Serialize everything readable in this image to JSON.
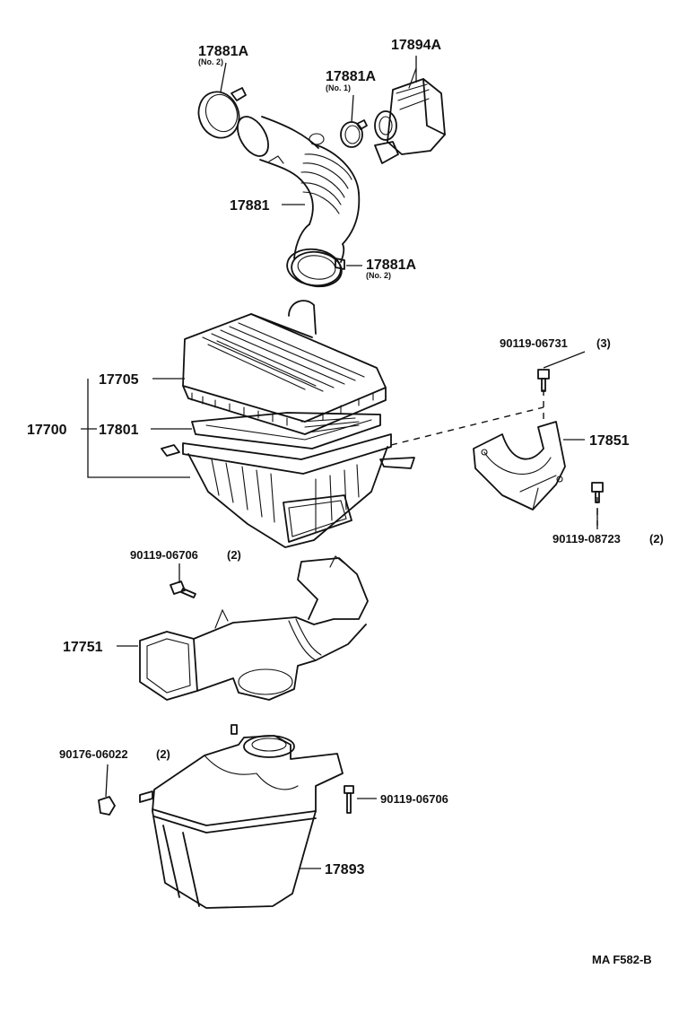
{
  "parts": {
    "clamp_top_left": {
      "number": "17881A",
      "note": "(No. 2)"
    },
    "meter": {
      "number": "17894A"
    },
    "clamp_no1": {
      "number": "17881A",
      "note": "(No. 1)"
    },
    "hose": {
      "number": "17881"
    },
    "clamp_bottom": {
      "number": "17881A",
      "note": "(No. 2)"
    },
    "bolt_top_right": {
      "number": "90119-06731",
      "qty": "(3)"
    },
    "cap": {
      "number": "17705"
    },
    "assembly": {
      "number": "17700"
    },
    "element": {
      "number": "17801"
    },
    "bracket": {
      "number": "17851"
    },
    "bolt_bracket": {
      "number": "90119-08723",
      "qty": "(2)"
    },
    "bolt_duct": {
      "number": "90119-06706",
      "qty": "(2)"
    },
    "duct": {
      "number": "17751"
    },
    "nut": {
      "number": "90176-06022",
      "qty": "(2)"
    },
    "bolt_resonator": {
      "number": "90119-06706"
    },
    "resonator": {
      "number": "17893"
    }
  },
  "figure_code": "MA F582-B"
}
